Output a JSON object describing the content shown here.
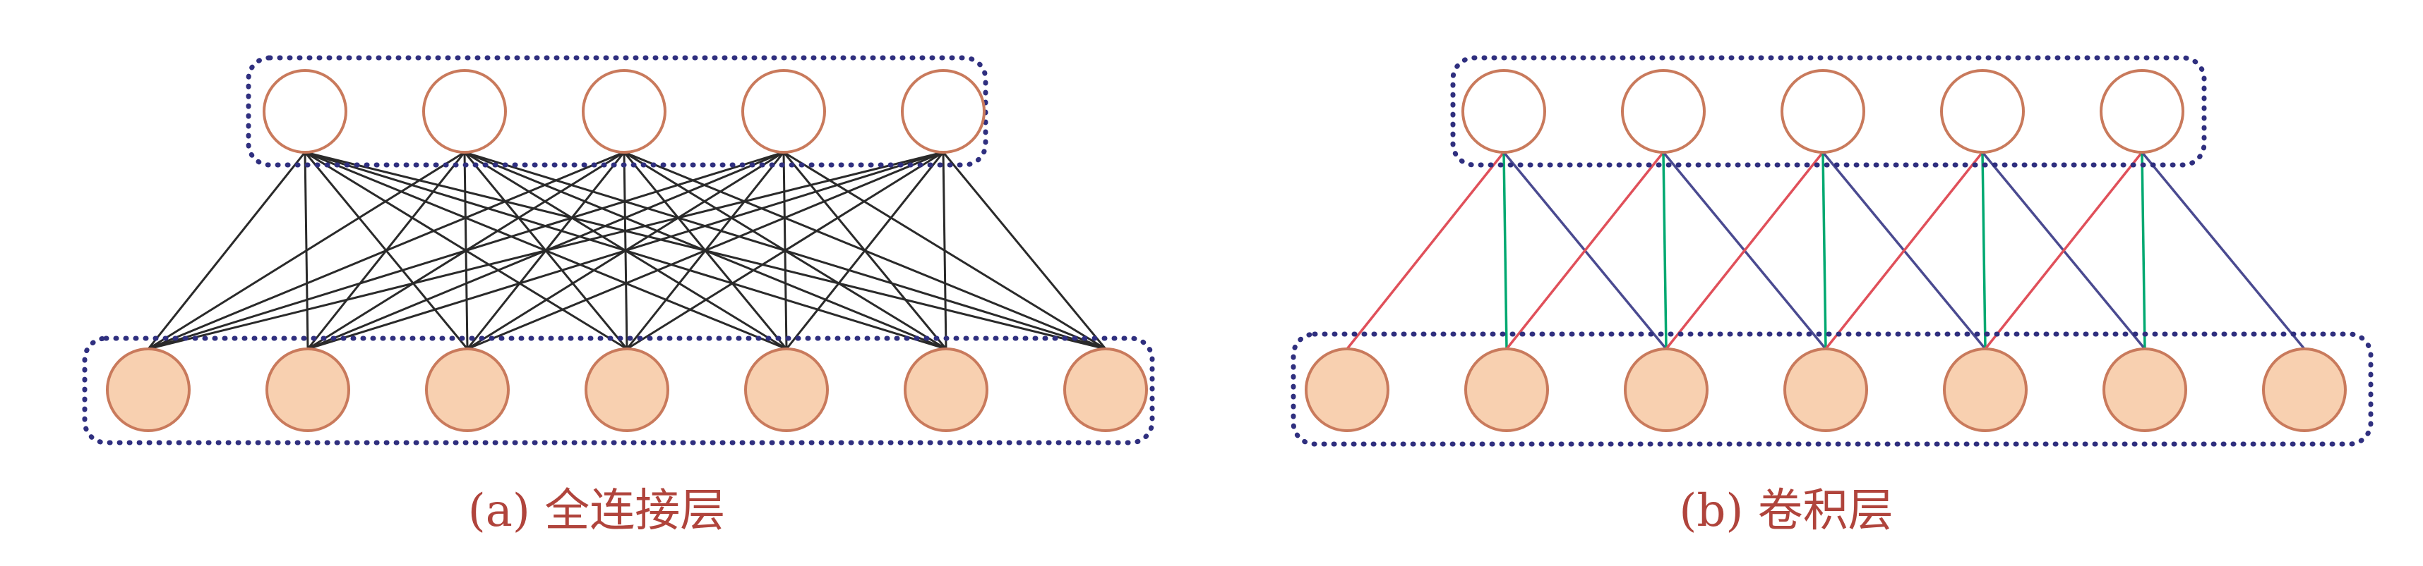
{
  "colors": {
    "hidden_node_stroke": "#c97a5c",
    "hidden_node_fill": "#ffffff",
    "input_node_fill": "#f8d0b0",
    "input_node_stroke": "#c97a5c",
    "group_border": "#2f2f7f",
    "fc_edge": "#2a2a2a",
    "conv_left_edge": "#e0505a",
    "conv_center_edge": "#00a870",
    "conv_right_edge": "#4a4a90",
    "caption": "#b0443c"
  },
  "diagrams": [
    {
      "id": "fully-connected",
      "caption": "(a) 全连接层",
      "upper_nodes": 5,
      "lower_nodes": 7,
      "connectivity": "full"
    },
    {
      "id": "convolutional",
      "caption": "(b) 卷积层",
      "upper_nodes": 5,
      "lower_nodes": 7,
      "connectivity": "local",
      "kernel_size": 3
    }
  ]
}
